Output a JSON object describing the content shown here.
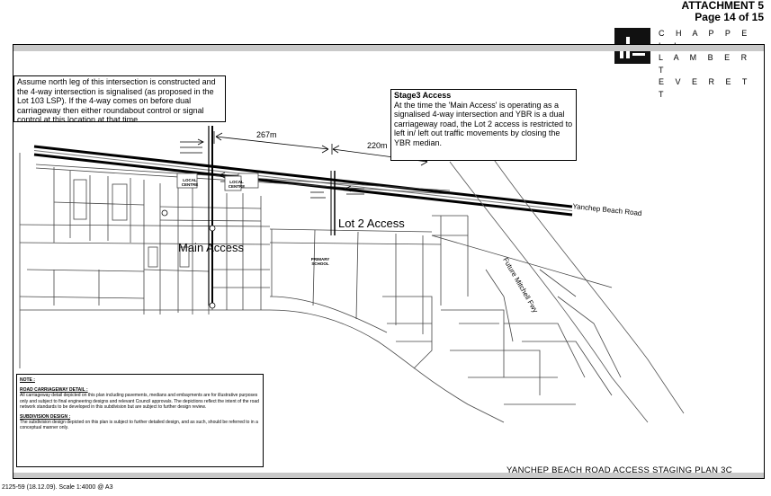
{
  "header": {
    "attachment": "ATTACHMENT 5",
    "page": "Page 14 of 15"
  },
  "logo": {
    "line1": "C H A P P E L L",
    "line2": "L A M B E R T",
    "line3": "E V E R E T T"
  },
  "callouts": {
    "north_leg": "Assume north leg of this intersection is constructed and the 4-way intersection is signalised (as proposed in the Lot 103 LSP). If the 4-way comes on before dual carriageway then either roundabout control or signal control at this location at that time.",
    "stage3_title": "Stage3 Access",
    "stage3_body": "At the time the 'Main Access' is operating as a signalised 4-way intersection and YBR is a dual carriageway road, the Lot 2 access is restricted to left in/ left out traffic movements by closing the YBR median."
  },
  "map": {
    "distance_1": "267m",
    "distance_2": "220m",
    "main_access": "Main Access",
    "lot2_access": "Lot 2 Access",
    "road_yanchep": "Yanchep Beach Road",
    "road_mitchell": "Future Mitchell Fwy",
    "local_centre_1": "LOCAL CENTRE",
    "local_centre_2": "LOCAL CENTRE",
    "primary_school": "PRIMARY SCHOOL"
  },
  "note": {
    "title": "NOTE :",
    "road_title": "ROAD CARRIAGEWAY DETAIL :",
    "road_text": "All carriageway detail depicted on this plan including pavements, medians and embayments are for illustrative purposes only and subject to final engineering designs and relevant Council approvals. The depictions reflect the intent of the road network standards to be developed in this subdivision but are subject to further design review.",
    "sub_title": "SUBDIVISION DESIGN :",
    "sub_text": "The subdivision design depicted on this plan is subject to further detailed design, and as such, should be referred to in a conceptual manner only."
  },
  "footer": {
    "ref": "2125-59 (18.12.09). Scale 1:4000 @ A3",
    "plan_title": "YANCHEP BEACH ROAD ACCESS STAGING PLAN 3C"
  }
}
